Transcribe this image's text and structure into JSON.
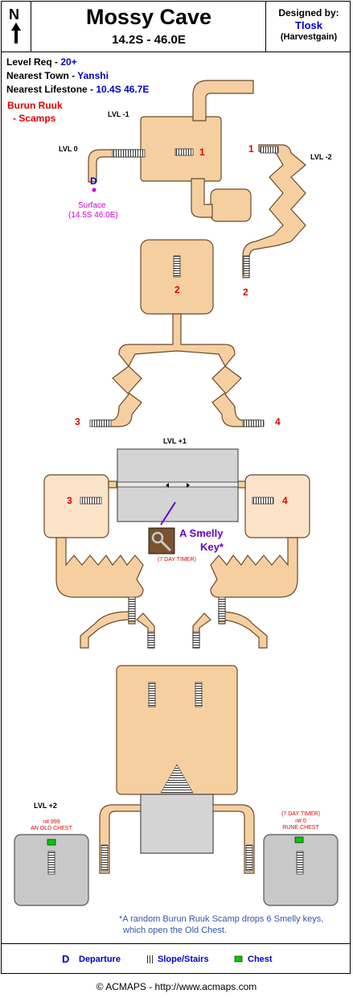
{
  "header": {
    "north_letter": "N",
    "title": "Mossy Cave",
    "coords": "14.2S - 46.0E",
    "designed_label": "Designed by:",
    "designer": "Tlosk",
    "designer_alias": "(Harvestgain)"
  },
  "info": {
    "level_req_label": "Level Req -",
    "level_req_value": "20+",
    "town_label": "Nearest Town -",
    "town_value": "Yanshi",
    "lifestone_label": "Nearest Lifestone -",
    "lifestone_value": "10.4S 46.7E",
    "monsters_line1": "Burun Ruuk",
    "monsters_line2": "- Scamps"
  },
  "levels": {
    "lvl_m1": "LVL -1",
    "lvl_0": "LVL 0",
    "lvl_m2": "LVL -2",
    "lvl_p1": "LVL +1",
    "lvl_p2": "LVL +2"
  },
  "markers": {
    "departure_letter": "D",
    "surface_label": "Surface",
    "surface_coords": "(14.5S 46.0E)",
    "n1": "1",
    "n2": "2",
    "n3": "3",
    "n4": "4"
  },
  "key_item": {
    "name_line1": "A Smelly",
    "name_line2": "Key*",
    "timer": "(7 DAY TIMER)"
  },
  "chests": {
    "left_id": "n# 999",
    "left_name": "AN OLD CHEST",
    "right_timer": "(7 DAY TIMER)",
    "right_id": "n# 0",
    "right_name": "RUNE CHEST"
  },
  "footnote": {
    "line1": "*A random Burun Ruuk Scamp drops 6 Smelly keys,",
    "line2": "which open the Old Chest."
  },
  "legend": {
    "departure_letter": "D",
    "departure_label": "Departure",
    "stairs_label": "Slope/Stairs",
    "chest_label": "Chest"
  },
  "copyright": "© ACMAPS - http://www.acmaps.com",
  "colors": {
    "room_fill": "#f5cfa0",
    "room_light": "#fbe3c8",
    "room_stroke": "#6b4a2b",
    "grey_room": "#d4d4d4",
    "chest_green": "#00cc00"
  }
}
